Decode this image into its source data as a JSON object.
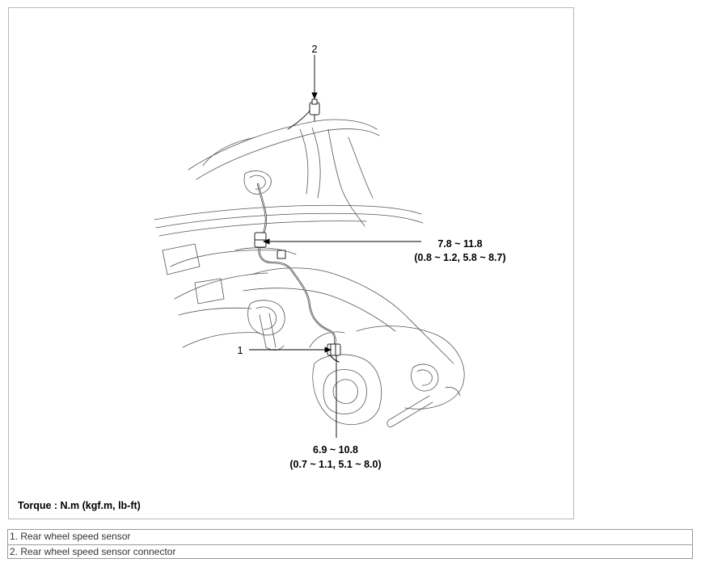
{
  "diagram": {
    "callout_1_number": "1",
    "callout_2_number": "2",
    "torque_upper_value": "7.8 ~ 11.8",
    "torque_upper_units": "(0.8 ~ 1.2, 5.8 ~ 8.7)",
    "torque_lower_value": "6.9 ~ 10.8",
    "torque_lower_units": "(0.7 ~ 1.1, 5.1 ~ 8.0)",
    "torque_note": "Torque : N.m (kgf.m, lb-ft)"
  },
  "legend": {
    "items": [
      {
        "label": "1. Rear wheel speed sensor"
      },
      {
        "label": "2. Rear wheel speed sensor connector"
      }
    ]
  }
}
